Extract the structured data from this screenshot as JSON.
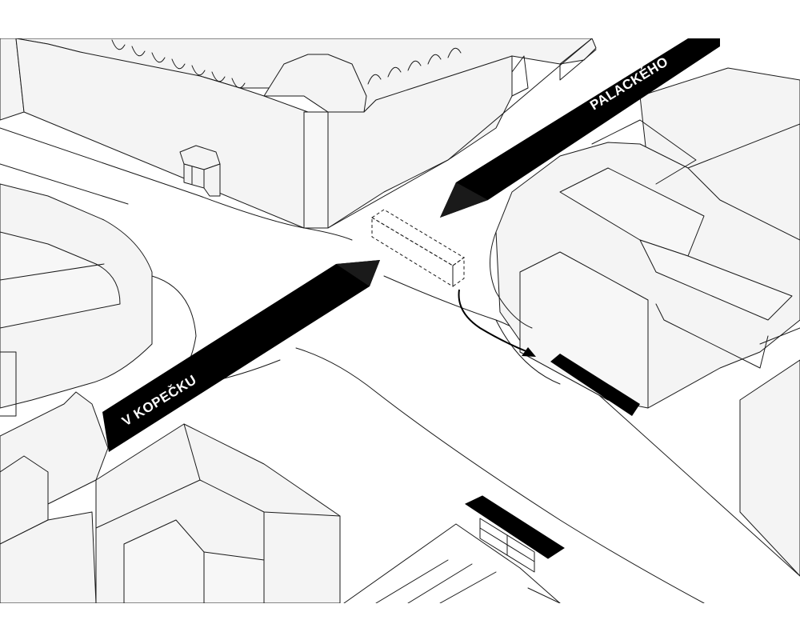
{
  "streets": [
    {
      "id": "v-kopecku",
      "label": "V KOPEČKU"
    },
    {
      "id": "palackeho",
      "label": "PALACKÉHO"
    }
  ],
  "colors": {
    "background": "#ffffff",
    "building_fill": "#f4f4f4",
    "line": "#1a1a1a",
    "street_band": "#000000",
    "label_text": "#ffffff"
  }
}
